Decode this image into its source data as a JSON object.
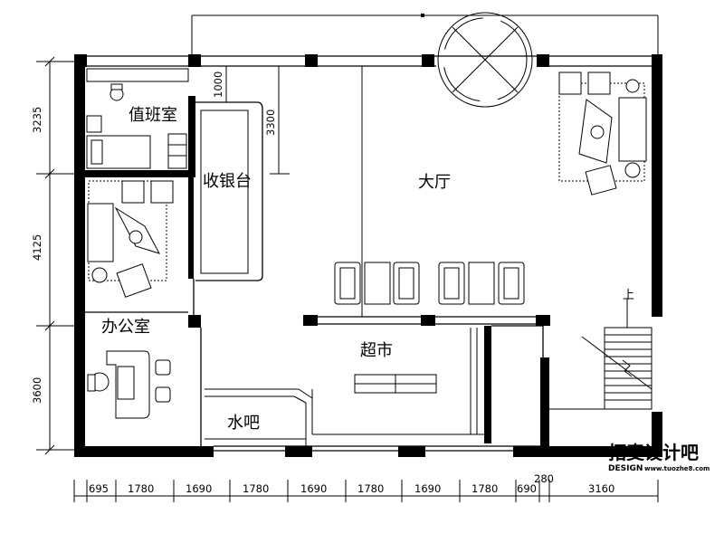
{
  "rooms": {
    "duty_room": "值班室",
    "cashier": "收银台",
    "hall": "大厅",
    "office": "办公室",
    "supermarket": "超市",
    "water_bar": "水吧",
    "stair_up": "上"
  },
  "dims": {
    "left": [
      "3235",
      "4125",
      "3600"
    ],
    "inner": [
      "1000",
      "3300"
    ],
    "bottom": [
      "695",
      "1780",
      "1690",
      "1780",
      "1690",
      "1780",
      "1690",
      "1780",
      "690",
      "280",
      "3160"
    ]
  },
  "watermark": {
    "logo": "拓麦设计吧",
    "url_prefix": "DESIGN",
    "url": "www.tuozhe8.com"
  }
}
